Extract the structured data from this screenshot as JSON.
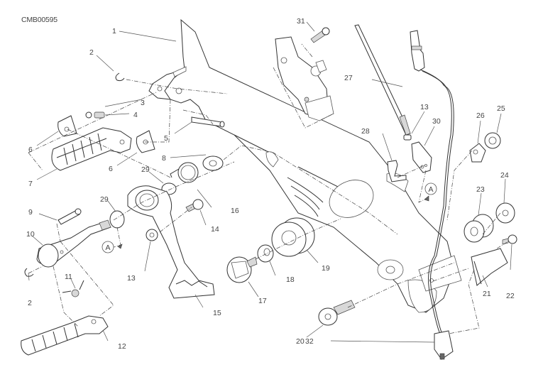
{
  "drawing": {
    "code": "CMB00595",
    "reference_marker": "A",
    "callouts": [
      {
        "id": "1"
      },
      {
        "id": "2"
      },
      {
        "id": "3"
      },
      {
        "id": "4"
      },
      {
        "id": "5"
      },
      {
        "id": "6"
      },
      {
        "id": "7"
      },
      {
        "id": "8"
      },
      {
        "id": "9"
      },
      {
        "id": "10"
      },
      {
        "id": "11"
      },
      {
        "id": "12"
      },
      {
        "id": "13"
      },
      {
        "id": "14"
      },
      {
        "id": "15"
      },
      {
        "id": "16"
      },
      {
        "id": "17"
      },
      {
        "id": "18"
      },
      {
        "id": "19"
      },
      {
        "id": "20"
      },
      {
        "id": "21"
      },
      {
        "id": "22"
      },
      {
        "id": "23"
      },
      {
        "id": "24"
      },
      {
        "id": "25"
      },
      {
        "id": "26"
      },
      {
        "id": "27"
      },
      {
        "id": "28"
      },
      {
        "id": "29"
      },
      {
        "id": "30"
      },
      {
        "id": "31"
      },
      {
        "id": "32"
      }
    ],
    "labels": {
      "c1": "1",
      "c2a": "2",
      "c2b": "2",
      "c3": "3",
      "c4": "4",
      "c5": "5",
      "c6a": "6",
      "c6b": "6",
      "c7": "7",
      "c8": "8",
      "c9": "9",
      "c10": "10",
      "c11": "11",
      "c12": "12",
      "c13a": "13",
      "c13b": "13",
      "c14": "14",
      "c15": "15",
      "c16": "16",
      "c17": "17",
      "c18": "18",
      "c19": "19",
      "c20": "20",
      "c21": "21",
      "c22": "22",
      "c23": "23",
      "c24": "24",
      "c25": "25",
      "c26": "26",
      "c27": "27",
      "c28": "28",
      "c29a": "29",
      "c29b": "29",
      "c30": "30",
      "c31": "31",
      "c32": "32",
      "refA1": "A",
      "refA2": "A"
    }
  }
}
